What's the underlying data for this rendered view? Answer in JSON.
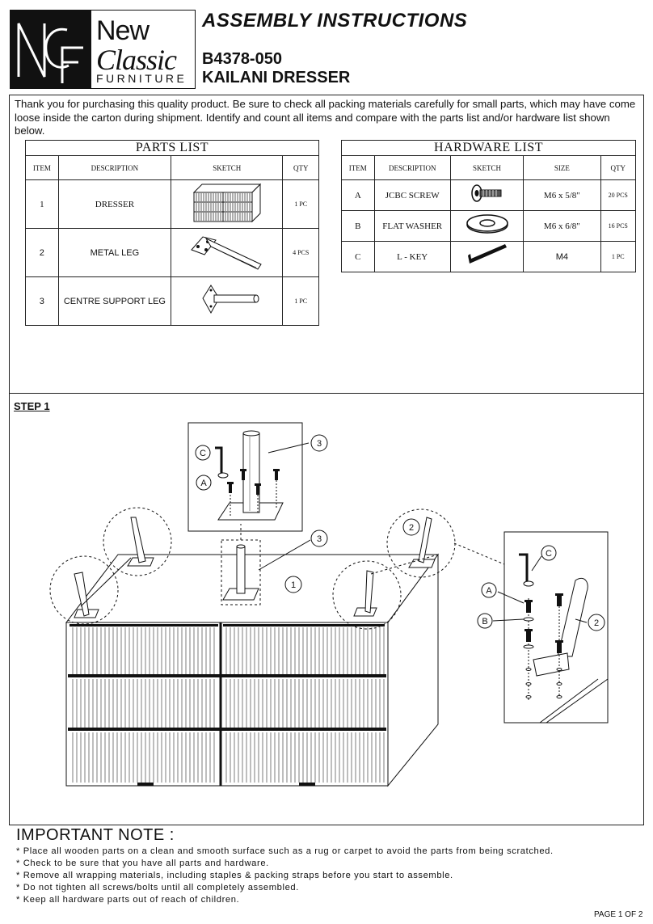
{
  "logo": {
    "initials": "NCF",
    "word1": "New",
    "word2": "Classic",
    "word3": "FURNITURE"
  },
  "header": {
    "title": "ASSEMBLY INSTRUCTIONS",
    "model_code": "B4378-050",
    "product_name": "KAILANI DRESSER"
  },
  "intro": "Thank you for purchasing this quality product. Be sure to check all packing materials carefully for small parts, which may have come loose inside the carton during shipment. Identify and count all items and compare with the parts list and/or hardware list shown below.",
  "parts_list": {
    "title": "PARTS LIST",
    "headers": {
      "item": "ITEM",
      "description": "DESCRIPTION",
      "sketch": "SKETCH",
      "qty": "QTY"
    },
    "rows": [
      {
        "item": "1",
        "description": "DRESSER",
        "sketch_icon": "dresser-sketch-icon",
        "qty": "1 PC"
      },
      {
        "item": "2",
        "description": "METAL LEG",
        "sketch_icon": "metal-leg-sketch-icon",
        "qty": "4 PCS"
      },
      {
        "item": "3",
        "description": "CENTRE SUPPORT LEG",
        "sketch_icon": "centre-support-leg-sketch-icon",
        "qty": "1 PC"
      }
    ]
  },
  "hardware_list": {
    "title": "HARDWARE LIST",
    "headers": {
      "item": "ITEM",
      "description": "DESCRIPTION",
      "sketch": "SKETCH",
      "size": "SIZE",
      "qty": "QTY"
    },
    "rows": [
      {
        "item": "A",
        "description": "JCBC SCREW",
        "sketch_icon": "screw-icon",
        "size": "M6 x 5/8\"",
        "qty": "20 PCS"
      },
      {
        "item": "B",
        "description": "FLAT WASHER",
        "sketch_icon": "washer-icon",
        "size": "M6 x 6/8\"",
        "qty": "16 PCS"
      },
      {
        "item": "C",
        "description": "L - KEY",
        "sketch_icon": "l-key-icon",
        "size": "M4",
        "qty": "1 PC"
      }
    ]
  },
  "step": {
    "label": "STEP 1",
    "callouts": {
      "a": "A",
      "b": "B",
      "c": "C",
      "one": "1",
      "two": "2",
      "three": "3"
    }
  },
  "important": {
    "title": "IMPORTANT NOTE :",
    "bullet": "*",
    "notes": [
      "Place all wooden parts on a clean and smooth surface such as a rug or carpet to avoid the parts from being scratched.",
      "Check to be sure  that you have all parts and hardware.",
      "Remove all wrapping materials, including staples & packing straps before you start to assemble.",
      "Do not tighten all screws/bolts until all completely assembled.",
      "Keep all hardware parts out of reach of children."
    ]
  },
  "footer": {
    "page": "PAGE 1 OF 2"
  }
}
